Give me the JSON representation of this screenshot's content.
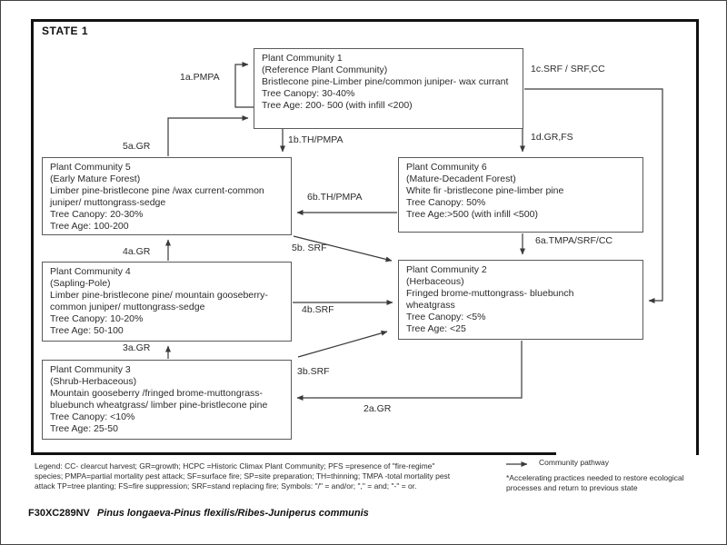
{
  "state_label": "STATE 1",
  "diagram": {
    "boxes": [
      {
        "id": "pc1",
        "title": "Plant Community 1",
        "type": "(Reference Plant Community)",
        "composition": "Bristlecone pine-Limber pine/common juniper- wax currant",
        "canopy": "Tree Canopy: 30-40%",
        "age": "Tree Age: 200- 500 (with infill <200)"
      },
      {
        "id": "pc5",
        "title": "Plant Community 5",
        "type": "(Early Mature Forest)",
        "composition": "Limber pine-bristlecone pine /wax current-common juniper/ muttongrass-sedge",
        "canopy": "Tree Canopy: 20-30%",
        "age": "Tree Age: 100-200"
      },
      {
        "id": "pc6",
        "title": "Plant Community 6",
        "type": "(Mature-Decadent Forest)",
        "composition": "White fir -bristlecone pine-limber pine",
        "canopy": "Tree Canopy: 50%",
        "age": "Tree Age:>500 (with infill <500)"
      },
      {
        "id": "pc4",
        "title": "Plant Community 4",
        "type": "(Sapling-Pole)",
        "composition": "Limber pine-bristlecone pine/ mountain gooseberry-common juniper/ muttongrass-sedge",
        "canopy": "Tree Canopy: 10-20%",
        "age": "Tree Age: 50-100"
      },
      {
        "id": "pc2",
        "title": "Plant Community 2",
        "type": "(Herbaceous)",
        "composition": "Fringed brome-muttongrass- bluebunch wheatgrass",
        "canopy": "Tree Canopy: <5%",
        "age": "Tree Age: <25"
      },
      {
        "id": "pc3",
        "title": "Plant Community 3",
        "type": "(Shrub-Herbaceous)",
        "composition": "Mountain gooseberry /fringed brome-muttongrass-bluebunch wheatgrass/ limber pine-bristlecone pine",
        "canopy": "Tree Canopy: <10%",
        "age": "Tree Age: 25-50"
      }
    ],
    "transitions": [
      {
        "id": "1a",
        "label": "1a.PMPA",
        "from": "pc1",
        "to": "pc1"
      },
      {
        "id": "1b",
        "label": "1b.TH/PMPA",
        "from": "pc1",
        "to": "pc5"
      },
      {
        "id": "1c",
        "label": "1c.SRF / SRF,CC",
        "from": "pc1",
        "to": "pc2"
      },
      {
        "id": "1d",
        "label": "1d.GR,FS",
        "from": "pc1",
        "to": "pc6"
      },
      {
        "id": "5a",
        "label": "5a.GR",
        "from": "pc5",
        "to": "pc1"
      },
      {
        "id": "6b",
        "label": "6b.TH/PMPA",
        "from": "pc6",
        "to": "pc5"
      },
      {
        "id": "6a",
        "label": "6a.TMPA/SRF/CC",
        "from": "pc6",
        "to": "pc2"
      },
      {
        "id": "5b",
        "label": "5b. SRF",
        "from": "pc5",
        "to": "pc2"
      },
      {
        "id": "4a",
        "label": "4a.GR",
        "from": "pc4",
        "to": "pc5"
      },
      {
        "id": "4b",
        "label": "4b.SRF",
        "from": "pc4",
        "to": "pc2"
      },
      {
        "id": "3a",
        "label": "3a.GR",
        "from": "pc3",
        "to": "pc4"
      },
      {
        "id": "3b",
        "label": "3b.SRF",
        "from": "pc3",
        "to": "pc2"
      },
      {
        "id": "2a",
        "label": "2a.GR",
        "from": "pc2",
        "to": "pc3"
      }
    ]
  },
  "legend": {
    "lines": [
      "Legend:  CC- clearcut harvest; GR=growth; HCPC =Historic Climax Plant Community;  PFS =presence of \"fire-regime\"",
      "species; PMPA=partial mortality pest attack;  SF=surface fire; SP=site preparation; TH=thinning; TMPA -total mortality pest",
      "attack TP=tree planting; FS=fire suppression; SRF=stand replacing fire; Symbols: \"/\" = and/or; \",\" = and; \"-\" = or."
    ],
    "pathway_label": "Community pathway",
    "footnote": "*Accelerating practices needed to restore ecological processes and return to previous state"
  },
  "footer": {
    "code": "F30XC289NV",
    "species": "Pinus longaeva-Pinus flexilis/Ribes-Juniperus communis"
  },
  "colors": {
    "frame": "#111111",
    "box_border": "#5a5a5a",
    "arrow": "#3a3a3a",
    "text": "#2b2b2b",
    "background": "#ffffff"
  }
}
